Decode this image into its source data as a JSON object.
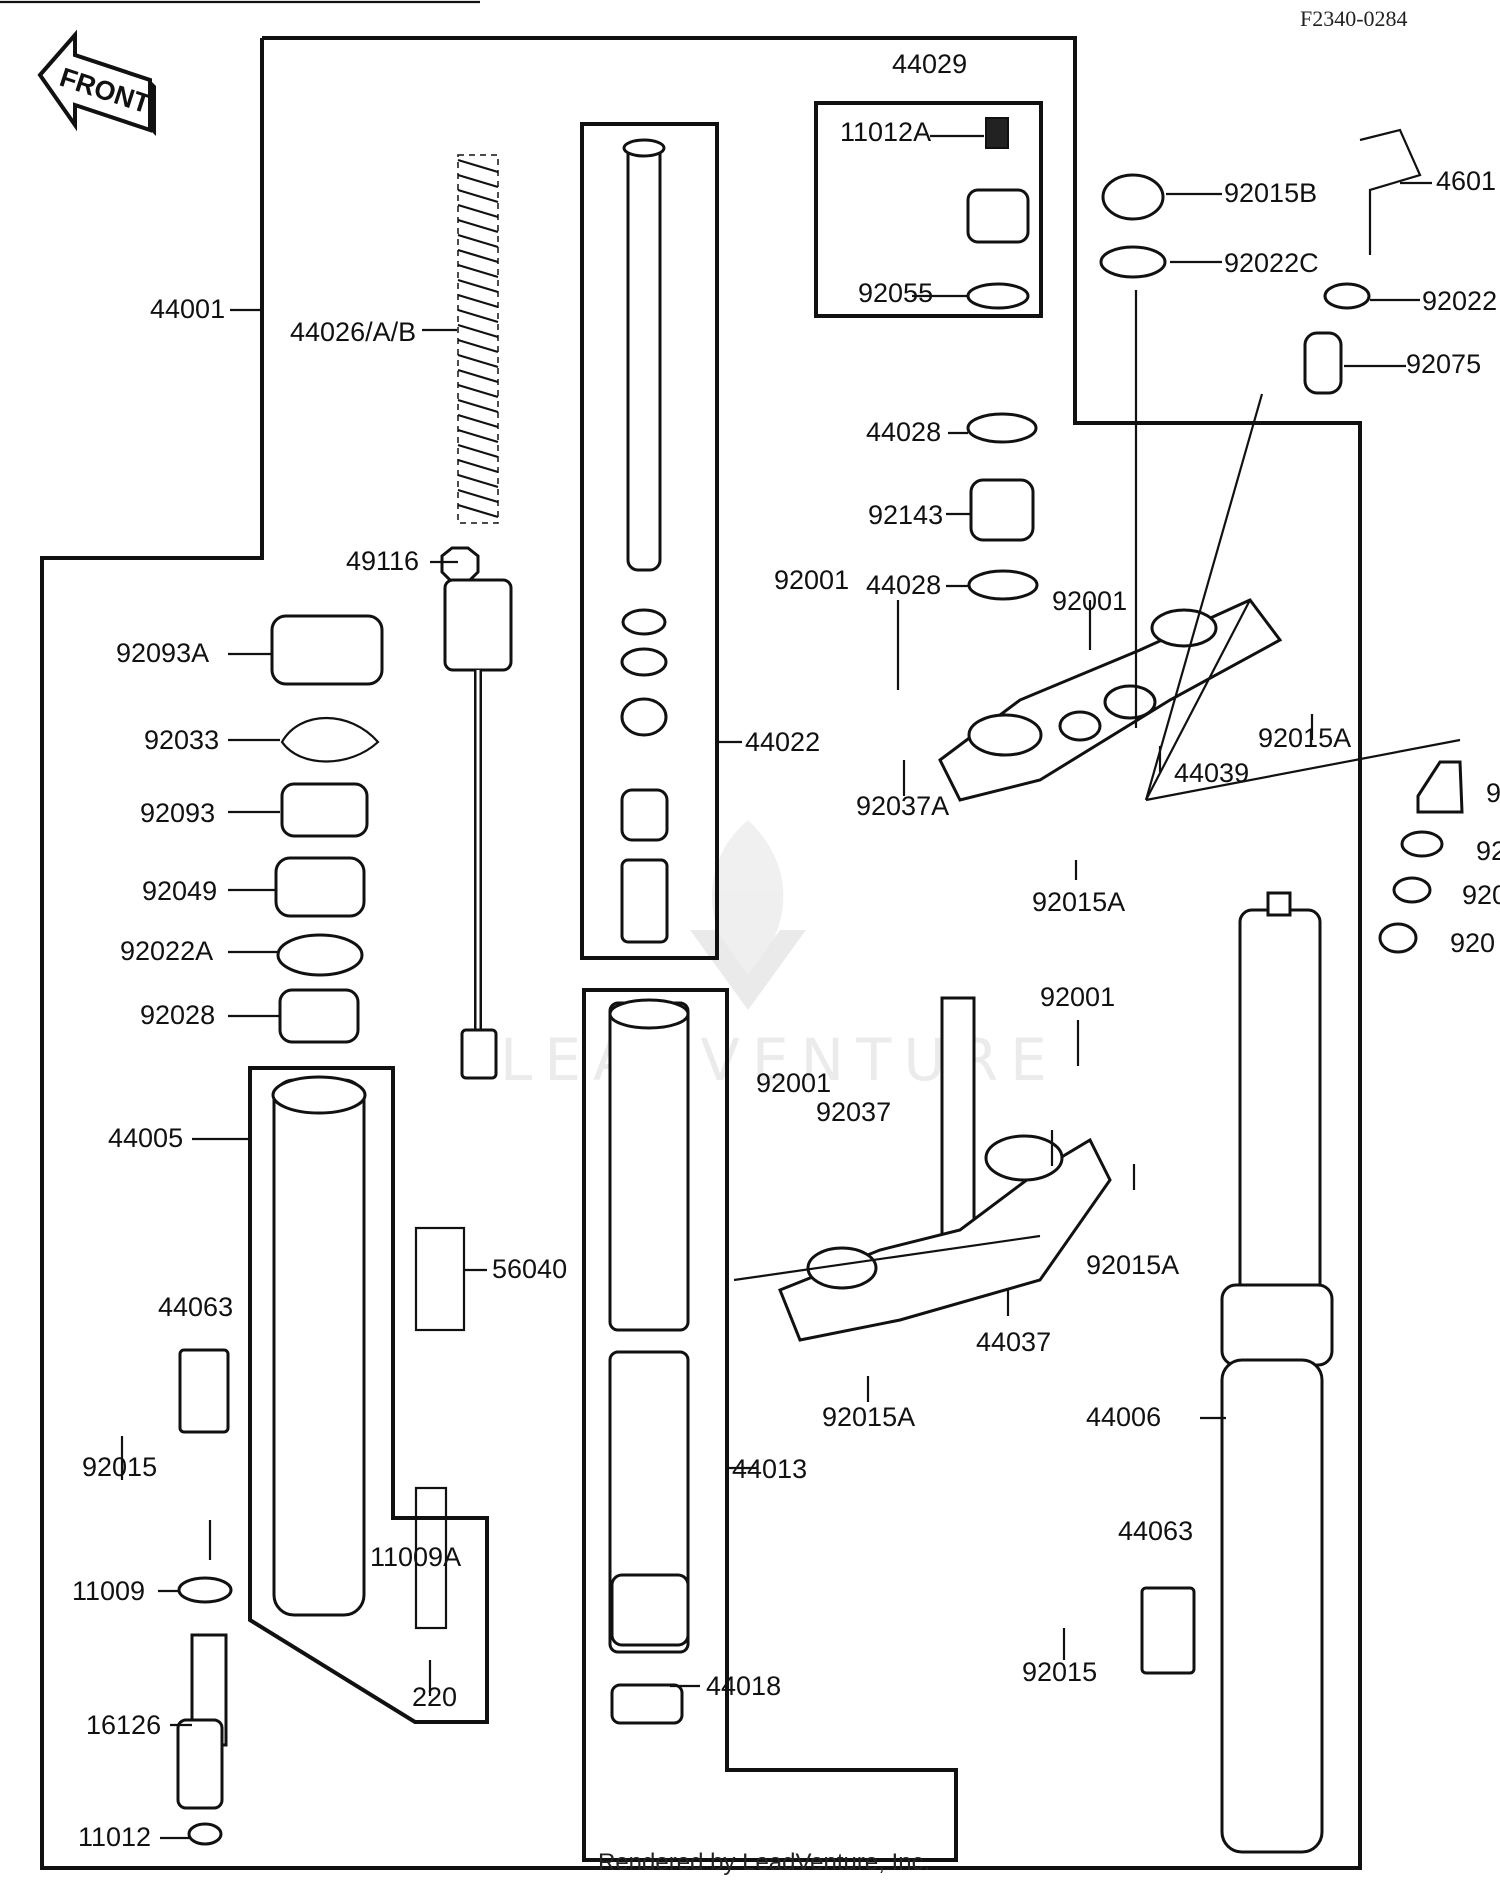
{
  "header": {
    "figure_code": "F2340-0284"
  },
  "front_badge": {
    "text": "FRONT"
  },
  "footer": {
    "rendered_by": "Rendered by LeadVenture, Inc."
  },
  "watermark": {
    "text": "LEADVENTURE"
  },
  "callouts": {
    "c44029": "44029",
    "c11012A": "11012A",
    "c92055": "92055",
    "c92015B": "92015B",
    "c92022C": "92022C",
    "c4601": "4601",
    "c92022": "92022",
    "c92075": "92075",
    "c44001": "44001",
    "c44026AB": "44026/A/B",
    "c44028a": "44028",
    "c92143": "92143",
    "c44028b": "44028",
    "c49116": "49116",
    "c92001a": "92001",
    "c92001b": "92001",
    "c92093A": "92093A",
    "c92033": "92033",
    "c44022": "44022",
    "c92093": "92093",
    "c92037A": "92037A",
    "c44039": "44039",
    "c92015Aa": "92015A",
    "c92049": "92049",
    "c92015Ab": "92015A",
    "c92022A": "92022A",
    "c92028": "92028",
    "c92001c": "92001",
    "c92001d": "92001",
    "c92037": "92037",
    "c44005": "44005",
    "c56040": "56040",
    "c92015Ac": "92015A",
    "c44063a": "44063",
    "c44037": "44037",
    "c92015a": "92015",
    "c92015Ad": "92015A",
    "c44006": "44006",
    "c44013": "44013",
    "c44063b": "44063",
    "c11009A": "11009A",
    "c11009": "11009",
    "c92015b": "92015",
    "c220": "220",
    "c44018": "44018",
    "c16126": "16126",
    "c11012": "11012",
    "cr1": "9",
    "cr2": "92",
    "cr3": "920",
    "cr4": "920"
  }
}
